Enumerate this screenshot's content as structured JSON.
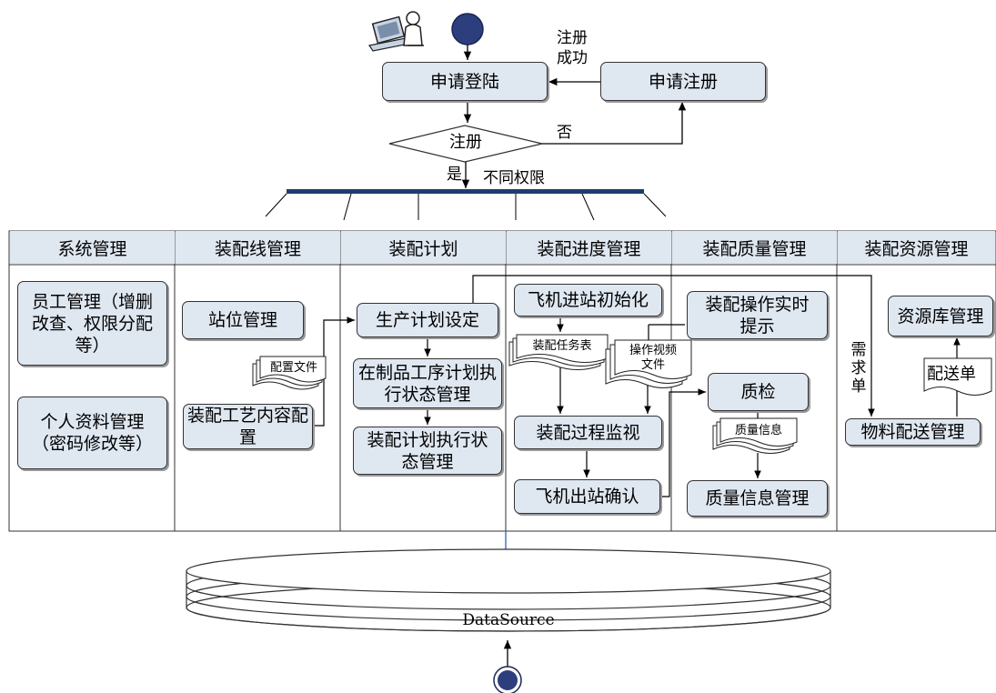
{
  "top": {
    "login": "申请登陆",
    "register": "申请注册",
    "decision": "注册",
    "register_success_line1": "注册",
    "register_success_line2": "成功",
    "no": "否",
    "yes": "是",
    "permissions": "不同权限"
  },
  "lanes": [
    {
      "title": "系统管理"
    },
    {
      "title": "装配线管理"
    },
    {
      "title": "装配计划"
    },
    {
      "title": "装配进度管理"
    },
    {
      "title": "装配质量管理"
    },
    {
      "title": "装配资源管理"
    }
  ],
  "system": {
    "employee_mgmt": "员工管理（增删改查、权限分配等）",
    "profile_mgmt": "个人资料管理（密码修改等）"
  },
  "line": {
    "station_mgmt": "站位管理",
    "config_file": "配置文件",
    "process_config": "装配工艺内容配置"
  },
  "plan": {
    "production_plan": "生产计划设定",
    "wip_plan": "在制品工序计划执行状态管理",
    "assembly_plan_status": "装配计划执行状态管理"
  },
  "progress": {
    "init": "飞机进站初始化",
    "task_list": "装配任务表",
    "video_file_line1": "操作视频",
    "video_file_line2": "文件",
    "monitor": "装配过程监视",
    "exit_confirm": "飞机出站确认"
  },
  "quality": {
    "realtime_tip": "装配操作实时提示",
    "inspection": "质检",
    "quality_info_doc": "质量信息",
    "quality_info_mgmt": "质量信息管理"
  },
  "resource": {
    "library_mgmt": "资源库管理",
    "delivery_doc": "配送单",
    "material_delivery": "物料配送管理",
    "demand_list": "需求单"
  },
  "database": {
    "label": "DataSource"
  },
  "colors": {
    "box_fill": "#dfe7f1",
    "node_fill": "#2c3e7e",
    "bar": "#1f3c6e",
    "vline": "#4a78c2"
  }
}
